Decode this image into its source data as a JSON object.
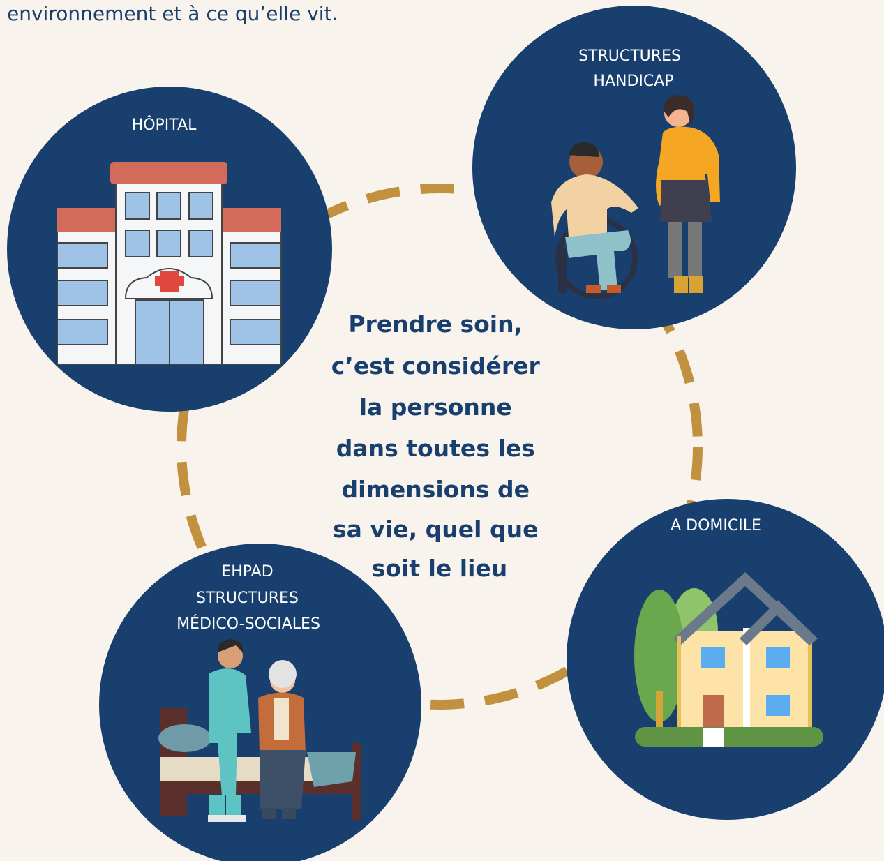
{
  "intro_text": "environnement et à ce qu’elle vit.",
  "center_message": [
    "Prendre soin,",
    "c’est considérer",
    "la personne",
    "dans toutes les",
    "dimensions de",
    "sa vie, quel que",
    "soit le lieu"
  ],
  "nodes": {
    "hopital": {
      "label": [
        "HÔPITAL"
      ],
      "icon": "hospital-icon"
    },
    "handicap": {
      "label": [
        "STRUCTURES",
        "HANDICAP"
      ],
      "icon": "wheelchair-companion-icon"
    },
    "domicile": {
      "label": [
        "A DOMICILE"
      ],
      "icon": "house-icon"
    },
    "ehpad": {
      "label": [
        "EHPAD",
        "STRUCTURES",
        "MÉDICO-SOCIALES"
      ],
      "icon": "nurse-elderly-icon"
    }
  },
  "colors": {
    "background": "#f8f3ec",
    "circle": "#183f6d",
    "dash": "#c2913f",
    "text": "#183f6d"
  }
}
